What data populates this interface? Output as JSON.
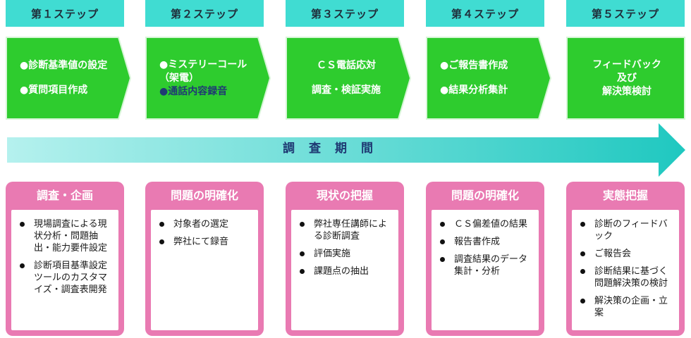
{
  "steps": [
    {
      "label": "第１ステップ",
      "lines": [
        {
          "text": "●診断基準値の設定",
          "tone": "white"
        },
        {
          "text": "",
          "tone": "gap"
        },
        {
          "text": "●質問項目作成",
          "tone": "white"
        }
      ],
      "align": "left",
      "card_title": "調査・企画",
      "items": [
        "現場調査による現状分析・問題抽出・能力要件設定",
        "診断項目基準設定ツールのカスタマイズ・調査表開発"
      ]
    },
    {
      "label": "第２ステップ",
      "lines": [
        {
          "text": "●ミステリーコール",
          "tone": "white"
        },
        {
          "text": "（架電）",
          "tone": "white"
        },
        {
          "text": "●通話内容録音",
          "tone": "navy"
        }
      ],
      "align": "left",
      "card_title": "問題の明確化",
      "items": [
        "対象者の選定",
        "弊社にて録音"
      ]
    },
    {
      "label": "第３ステップ",
      "lines": [
        {
          "text": "ＣＳ電話応対",
          "tone": "white"
        },
        {
          "text": "",
          "tone": "gap"
        },
        {
          "text": "調査・検証実施",
          "tone": "white"
        }
      ],
      "align": "center",
      "card_title": "現状の把握",
      "items": [
        "弊社専任講師による診断調査",
        "評価実施",
        "課題点の抽出"
      ]
    },
    {
      "label": "第４ステップ",
      "lines": [
        {
          "text": "●ご報告書作成",
          "tone": "white"
        },
        {
          "text": "",
          "tone": "gap"
        },
        {
          "text": "●結果分析集計",
          "tone": "white"
        }
      ],
      "align": "left",
      "card_title": "問題の明確化",
      "items": [
        "ＣＳ偏差値の結果",
        "報告書作成",
        "調査結果のデータ集計・分析"
      ]
    },
    {
      "label": "第５ステップ",
      "lines": [
        {
          "text": "フィードバック",
          "tone": "white"
        },
        {
          "text": "及び",
          "tone": "white"
        },
        {
          "text": "解決策検討",
          "tone": "white"
        }
      ],
      "align": "center",
      "card_title": "実態把握",
      "items": [
        "診断のフィードバック",
        "ご報告会",
        "診断結果に基づく問題解決策の検討",
        "解決策の企画・立案"
      ]
    }
  ],
  "period_label": "調査期間",
  "colors": {
    "step_label_bg": "#40DCD2",
    "chevron_fill": "#2ECC2E",
    "chevron_border": "#D7F5D7",
    "arrow_start": "#B5F1EE",
    "arrow_end": "#1FC8C0",
    "card_pink": "#E97AB2",
    "navy_text": "#1F3A73"
  }
}
